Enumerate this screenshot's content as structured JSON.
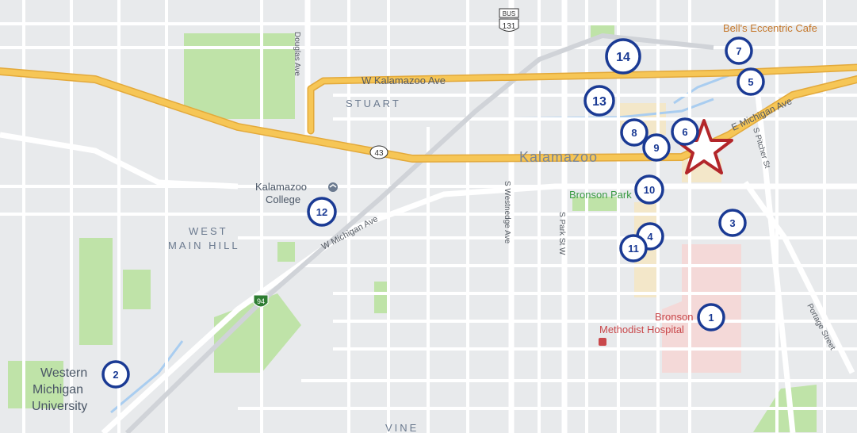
{
  "colors": {
    "land": "#e8eaec",
    "park": "#bfe3a8",
    "hospital": "#f4d9d8",
    "road": "#ffffff",
    "highway": "#f6c656",
    "highway_edge": "#e3a93a",
    "rail": "#d6d9de",
    "water": "#a9cdf0",
    "marker": "#1a3a94",
    "star": "#b3262a",
    "district_text": "#6b7a8f",
    "road_text": "#555b63",
    "poi_green": "#3b9a45",
    "poi_pink": "#c9484b",
    "poi_orange": "#c5772a",
    "city_text": "#7a8595"
  },
  "labels": {
    "w_kalamazoo_ave": "W Kalamazoo Ave",
    "e_michigan_ave": "E Michigan Ave",
    "w_michigan_ave": "W Michigan Ave",
    "douglas_ave": "Douglas Ave",
    "s_westnedge_ave": "S Westnedge Ave",
    "s_park_st": "S Park St W",
    "s_pitcher_st": "S Pitcher St",
    "portage_street": "Portage Street",
    "stuart": "STUART",
    "west_main_hill_1": "WEST",
    "west_main_hill_2": "MAIN HILL",
    "vine": "VINE",
    "kalamazoo": "Kalamazoo",
    "kalamazoo_college_1": "Kalamazoo",
    "kalamazoo_college_2": "College",
    "bronson_park": "Bronson Park",
    "bronson_hospital_1": "Bronson",
    "bronson_hospital_2": "Methodist Hospital",
    "bells_cafe": "Bell's Eccentric Cafe",
    "wmu_1": "Western",
    "wmu_2": "Michigan",
    "wmu_3": "University",
    "shield_131_top": "BUS",
    "shield_131": "131",
    "shield_43": "43",
    "shield_94": "94"
  },
  "markers": [
    {
      "number": "1"
    },
    {
      "number": "2"
    },
    {
      "number": "3"
    },
    {
      "number": "4"
    },
    {
      "number": "5"
    },
    {
      "number": "6"
    },
    {
      "number": "7"
    },
    {
      "number": "8"
    },
    {
      "number": "9"
    },
    {
      "number": "10"
    },
    {
      "number": "11"
    },
    {
      "number": "12"
    },
    {
      "number": "13"
    },
    {
      "number": "14"
    }
  ]
}
